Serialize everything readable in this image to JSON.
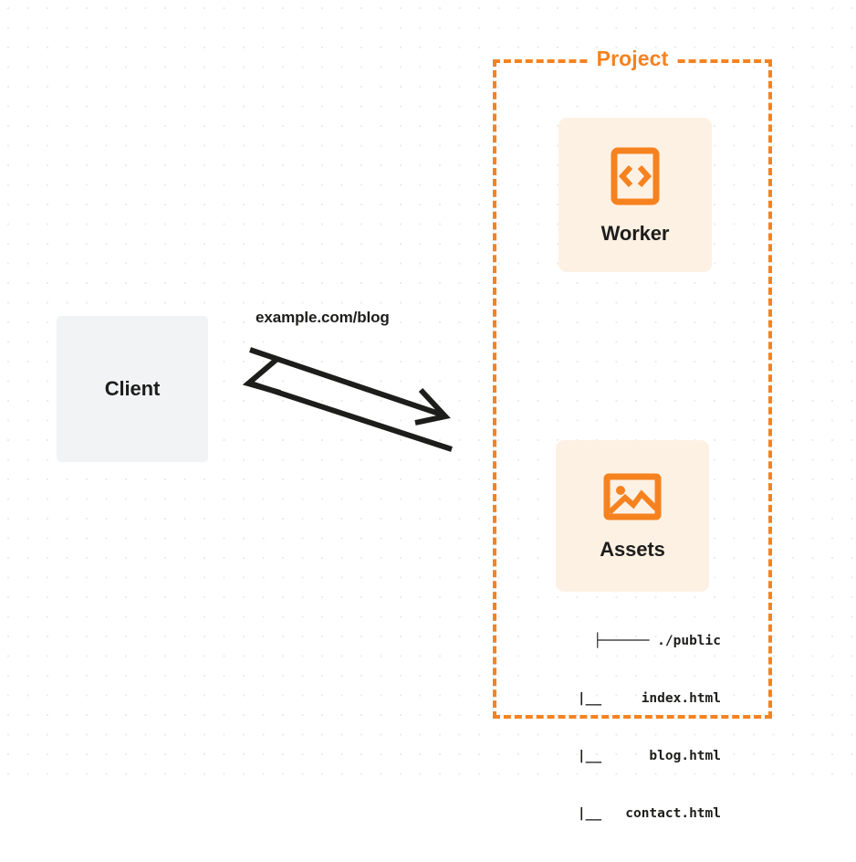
{
  "diagram": {
    "title": "Project request flow",
    "background": {
      "style": "dot-grid",
      "dot_color": "#ececec",
      "page_color": "#ffffff"
    },
    "colors": {
      "accent_orange": "#f6821f",
      "node_fill_orange": "#fdf1e4",
      "node_fill_gray": "#f2f3f5",
      "text_dark": "#1d1d1b",
      "arrow_stroke": "#1d1d1b"
    },
    "client": {
      "label": "Client"
    },
    "flow": {
      "label": "example.com/blog",
      "request_direction": "client-to-project",
      "response_direction": "project-to-client"
    },
    "project": {
      "label": "Project",
      "border_style": "dashed",
      "nodes": [
        {
          "id": "worker",
          "label": "Worker",
          "icon": "code-brackets-icon"
        },
        {
          "id": "assets",
          "label": "Assets",
          "icon": "image-picture-icon"
        }
      ],
      "file_tree": [
        "├────── ./public",
        "   |__     index.html",
        "   |__      blog.html",
        "   |__   contact.html"
      ]
    }
  }
}
